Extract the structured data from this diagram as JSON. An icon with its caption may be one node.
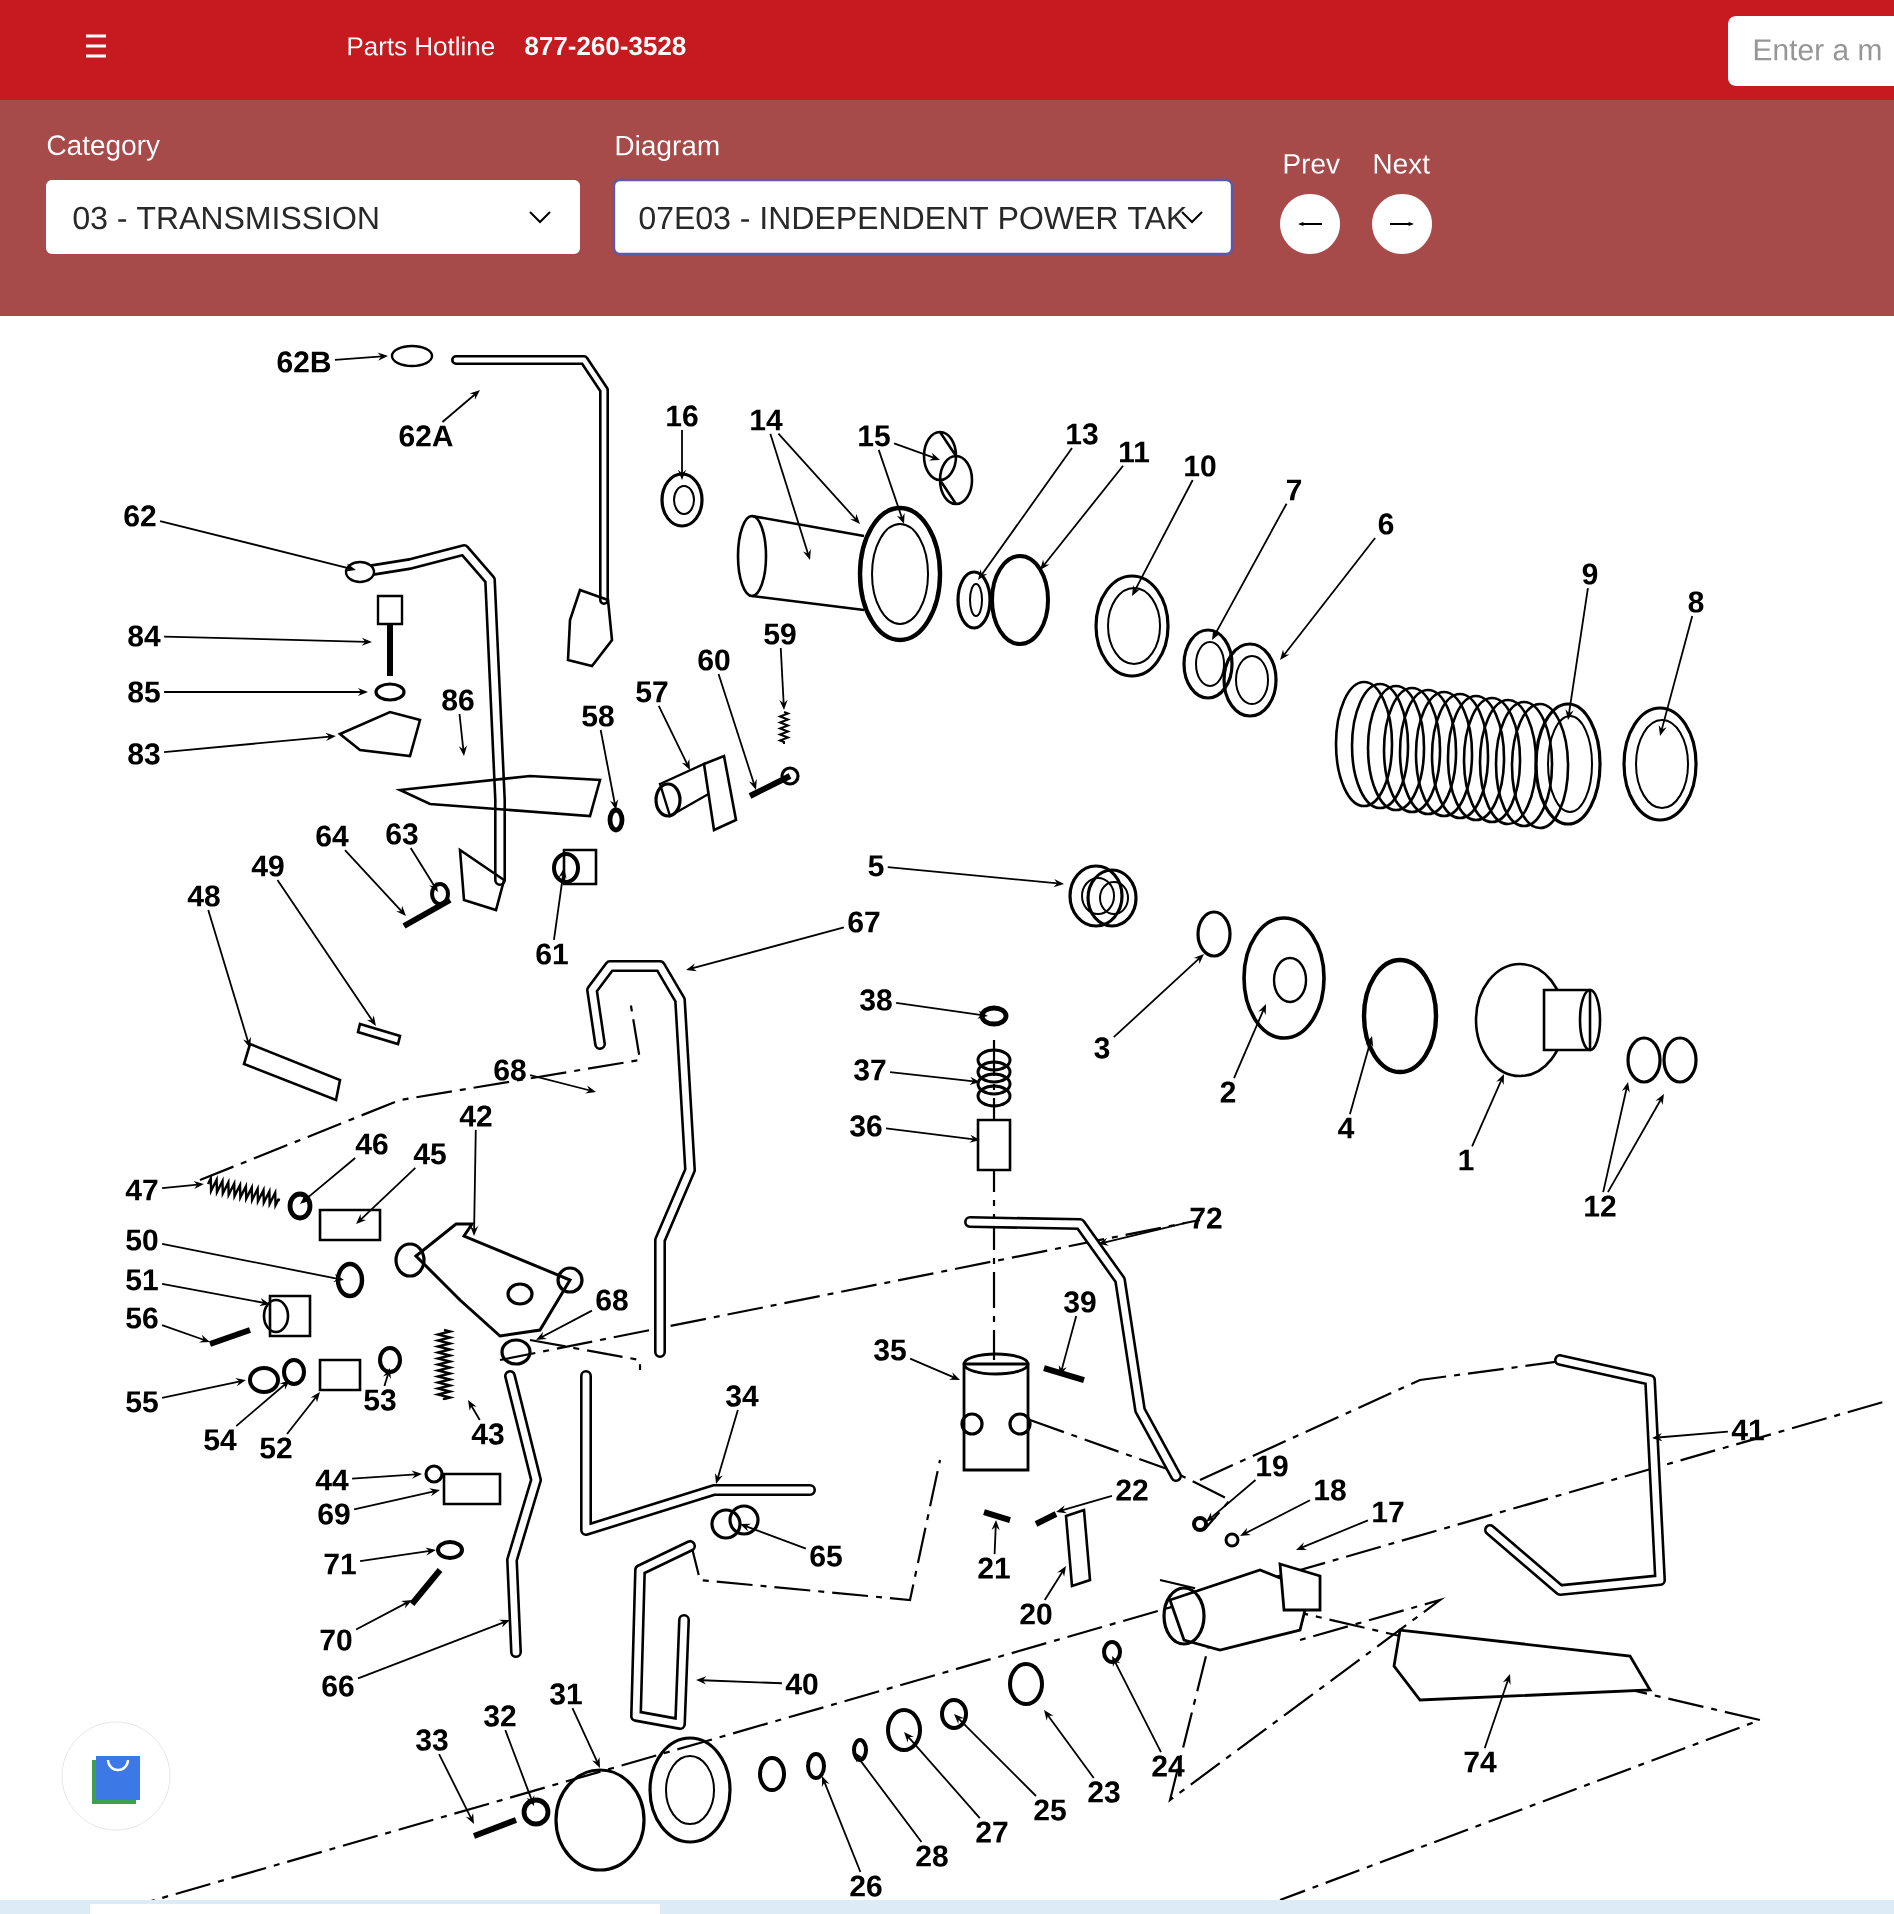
{
  "diagram": {
    "nodes": [
      {
        "text": [
          "62B"
        ]
      },
      {
        "text": [
          "62A"
        ]
      },
      {
        "text": [
          "16"
        ]
      },
      {
        "text": [
          "14"
        ]
      },
      {
        "text": [
          "15"
        ]
      },
      {
        "text": [
          "13"
        ]
      },
      {
        "text": [
          "11"
        ]
      },
      {
        "text": [
          "10"
        ]
      },
      {
        "text": [
          "7"
        ]
      },
      {
        "text": [
          "6"
        ]
      },
      {
        "text": [
          "9"
        ]
      },
      {
        "text": [
          "8"
        ]
      },
      {
        "text": [
          "62"
        ]
      },
      {
        "text": [
          "84"
        ]
      },
      {
        "text": [
          "85"
        ]
      },
      {
        "text": [
          "83"
        ]
      },
      {
        "text": [
          "86"
        ]
      },
      {
        "text": [
          "58"
        ]
      },
      {
        "text": [
          "57"
        ]
      },
      {
        "text": [
          "60"
        ]
      },
      {
        "text": [
          "59"
        ]
      },
      {
        "text": [
          "64"
        ]
      },
      {
        "text": [
          "63"
        ]
      },
      {
        "text": [
          "61"
        ]
      },
      {
        "text": [
          "5"
        ]
      },
      {
        "text": [
          "48"
        ]
      },
      {
        "text": [
          "49"
        ]
      },
      {
        "text": [
          "67"
        ]
      },
      {
        "text": [
          "38"
        ]
      },
      {
        "text": [
          "37"
        ]
      },
      {
        "text": [
          "36"
        ]
      },
      {
        "text": [
          "3"
        ]
      },
      {
        "text": [
          "2"
        ]
      },
      {
        "text": [
          "4"
        ]
      },
      {
        "text": [
          "1"
        ]
      },
      {
        "text": [
          "12"
        ]
      },
      {
        "text": [
          "68"
        ]
      },
      {
        "text": [
          "42"
        ]
      },
      {
        "text": [
          "47"
        ]
      },
      {
        "text": [
          "46"
        ]
      },
      {
        "text": [
          "45"
        ]
      },
      {
        "text": [
          "50"
        ]
      },
      {
        "text": [
          "51"
        ]
      },
      {
        "text": [
          "56"
        ]
      },
      {
        "text": [
          "55"
        ]
      },
      {
        "text": [
          "54"
        ]
      },
      {
        "text": [
          "52"
        ]
      },
      {
        "text": [
          "53"
        ]
      },
      {
        "text": [
          "43"
        ]
      },
      {
        "text": [
          "44"
        ]
      },
      {
        "text": [
          "68"
        ]
      },
      {
        "text": [
          "72"
        ]
      },
      {
        "text": [
          "39"
        ]
      },
      {
        "text": [
          "35"
        ]
      },
      {
        "text": [
          "34"
        ]
      },
      {
        "text": [
          "41"
        ]
      },
      {
        "text": [
          "22"
        ]
      },
      {
        "text": [
          "19"
        ]
      },
      {
        "text": [
          "18"
        ]
      },
      {
        "text": [
          "17"
        ]
      },
      {
        "text": [
          "21"
        ]
      },
      {
        "text": [
          "20"
        ]
      },
      {
        "text": [
          "65"
        ]
      },
      {
        "text": [
          "69"
        ]
      },
      {
        "text": [
          "71"
        ]
      },
      {
        "text": [
          "70"
        ]
      },
      {
        "text": [
          "66"
        ]
      },
      {
        "text": [
          "40"
        ]
      },
      {
        "text": [
          "24"
        ]
      },
      {
        "text": [
          "23"
        ]
      },
      {
        "text": [
          "25"
        ]
      },
      {
        "text": [
          "27"
        ]
      },
      {
        "text": [
          "28"
        ]
      },
      {
        "text": [
          "26"
        ]
      },
      {
        "text": [
          "74"
        ]
      },
      {
        "text": [
          "33"
        ]
      },
      {
        "text": [
          "32"
        ]
      },
      {
        "text": [
          "31"
        ]
      }
    ],
    "edges": [
      {
        "from": 0,
        "to": null,
        "arrow": "to"
      },
      {
        "from": 1,
        "to": null,
        "arrow": "to"
      },
      {
        "from": 2,
        "to": null,
        "arrow": "to"
      },
      {
        "from": 3,
        "to": null,
        "arrow": "to"
      },
      {
        "from": 3,
        "to": null,
        "arrow": "to"
      },
      {
        "from": 4,
        "to": null,
        "arrow": "to"
      },
      {
        "from": 4,
        "to": null,
        "arrow": "to"
      },
      {
        "from": 5,
        "to": null,
        "arrow": "to"
      },
      {
        "from": 6,
        "to": null,
        "arrow": "to"
      },
      {
        "from": 7,
        "to": null,
        "arrow": "to"
      },
      {
        "from": 8,
        "to": null,
        "arrow": "to"
      },
      {
        "from": 9,
        "to": null,
        "arrow": "to"
      },
      {
        "from": 10,
        "to": null,
        "arrow": "to"
      },
      {
        "from": 11,
        "to": null,
        "arrow": "to"
      },
      {
        "from": 12,
        "to": null,
        "arrow": "to"
      },
      {
        "from": 13,
        "to": null,
        "arrow": "to"
      },
      {
        "from": 14,
        "to": null,
        "arrow": "to"
      },
      {
        "from": 15,
        "to": null,
        "arrow": "to"
      },
      {
        "from": 16,
        "to": null,
        "arrow": "to"
      },
      {
        "from": 17,
        "to": null,
        "arrow": "to"
      },
      {
        "from": 18,
        "to": null,
        "arrow": "to"
      },
      {
        "from": 19,
        "to": null,
        "arrow": "to"
      },
      {
        "from": 20,
        "to": null,
        "arrow": "to"
      },
      {
        "from": 21,
        "to": null,
        "arrow": "to"
      },
      {
        "from": 22,
        "to": null,
        "arrow": "to"
      },
      {
        "from": 23,
        "to": null,
        "arrow": "to"
      },
      {
        "from": 24,
        "to": null,
        "arrow": "to"
      },
      {
        "from": 25,
        "to": null,
        "arrow": "to"
      },
      {
        "from": 26,
        "to": null,
        "arrow": "to"
      },
      {
        "from": 27,
        "to": null,
        "arrow": "to"
      },
      {
        "from": 28,
        "to": null,
        "arrow": "to"
      },
      {
        "from": 29,
        "to": null,
        "arrow": "to"
      },
      {
        "from": 30,
        "to": null,
        "arrow": "to"
      },
      {
        "from": 31,
        "to": null,
        "arrow": "to"
      },
      {
        "from": 32,
        "to": null,
        "arrow": "to"
      },
      {
        "from": 33,
        "to": null,
        "arrow": "to"
      },
      {
        "from": 34,
        "to": null,
        "arrow": "to"
      },
      {
        "from": 35,
        "to": null,
        "arrow": "to"
      },
      {
        "from": 35,
        "to": null,
        "arrow": "to"
      },
      {
        "from": 36,
        "to": null,
        "arrow": "to"
      },
      {
        "from": 37,
        "to": null,
        "arrow": "to"
      },
      {
        "from": 38,
        "to": null,
        "arrow": "to"
      },
      {
        "from": 39,
        "to": null,
        "arrow": "to"
      },
      {
        "from": 40,
        "to": null,
        "arrow": "to"
      },
      {
        "from": 41,
        "to": null,
        "arrow": "to"
      },
      {
        "from": 42,
        "to": null,
        "arrow": "to"
      },
      {
        "from": 43,
        "to": null,
        "arrow": "to"
      },
      {
        "from": 44,
        "to": null,
        "arrow": "to"
      },
      {
        "from": 45,
        "to": null,
        "arrow": "to"
      },
      {
        "from": 46,
        "to": null,
        "arrow": "to"
      },
      {
        "from": 47,
        "to": null,
        "arrow": "to"
      },
      {
        "from": 48,
        "to": null,
        "arrow": "to"
      },
      {
        "from": 49,
        "to": null,
        "arrow": "to"
      },
      {
        "from": 50,
        "to": null,
        "arrow": "to"
      },
      {
        "from": 51,
        "to": null,
        "arrow": "to"
      },
      {
        "from": 52,
        "to": null,
        "arrow": "to"
      },
      {
        "from": 53,
        "to": null,
        "arrow": "to"
      },
      {
        "from": 54,
        "to": null,
        "arrow": "to"
      },
      {
        "from": 55,
        "to": null,
        "arrow": "to"
      },
      {
        "from": 56,
        "to": null,
        "arrow": "to"
      },
      {
        "from": 57,
        "to": null,
        "arrow": "to"
      },
      {
        "from": 58,
        "to": null,
        "arrow": "to"
      },
      {
        "from": 59,
        "to": null,
        "arrow": "to"
      },
      {
        "from": 60,
        "to": null,
        "arrow": "to"
      },
      {
        "from": 61,
        "to": null,
        "arrow": "to"
      },
      {
        "from": 62,
        "to": null,
        "arrow": "to"
      },
      {
        "from": 63,
        "to": null,
        "arrow": "to"
      },
      {
        "from": 64,
        "to": null,
        "arrow": "to"
      },
      {
        "from": 65,
        "to": null,
        "arrow": "to"
      },
      {
        "from": 66,
        "to": null,
        "arrow": "to"
      },
      {
        "from": 67,
        "to": null,
        "arrow": "to"
      },
      {
        "from": 68,
        "to": null,
        "arrow": "to"
      },
      {
        "from": 69,
        "to": null,
        "arrow": "to"
      },
      {
        "from": 70,
        "to": null,
        "arrow": "to"
      },
      {
        "from": 71,
        "to": null,
        "arrow": "to"
      },
      {
        "from": 72,
        "to": null,
        "arrow": "to"
      },
      {
        "from": 73,
        "to": null,
        "arrow": "to"
      },
      {
        "from": 74,
        "to": null,
        "arrow": "to"
      },
      {
        "from": 75,
        "to": null,
        "arrow": "to"
      },
      {
        "from": 76,
        "to": null,
        "arrow": "to"
      },
      {
        "from": 77,
        "to": null,
        "arrow": "to"
      }
    ],
    "labels": [
      "Parts Hotline",
      "877-260-3528",
      "Enter a m",
      "Category",
      "03 - TRANSMISSION",
      "Diagram",
      "07E03 - INDEPENDENT POWER TAK",
      "Prev",
      "Next"
    ]
  }
}
